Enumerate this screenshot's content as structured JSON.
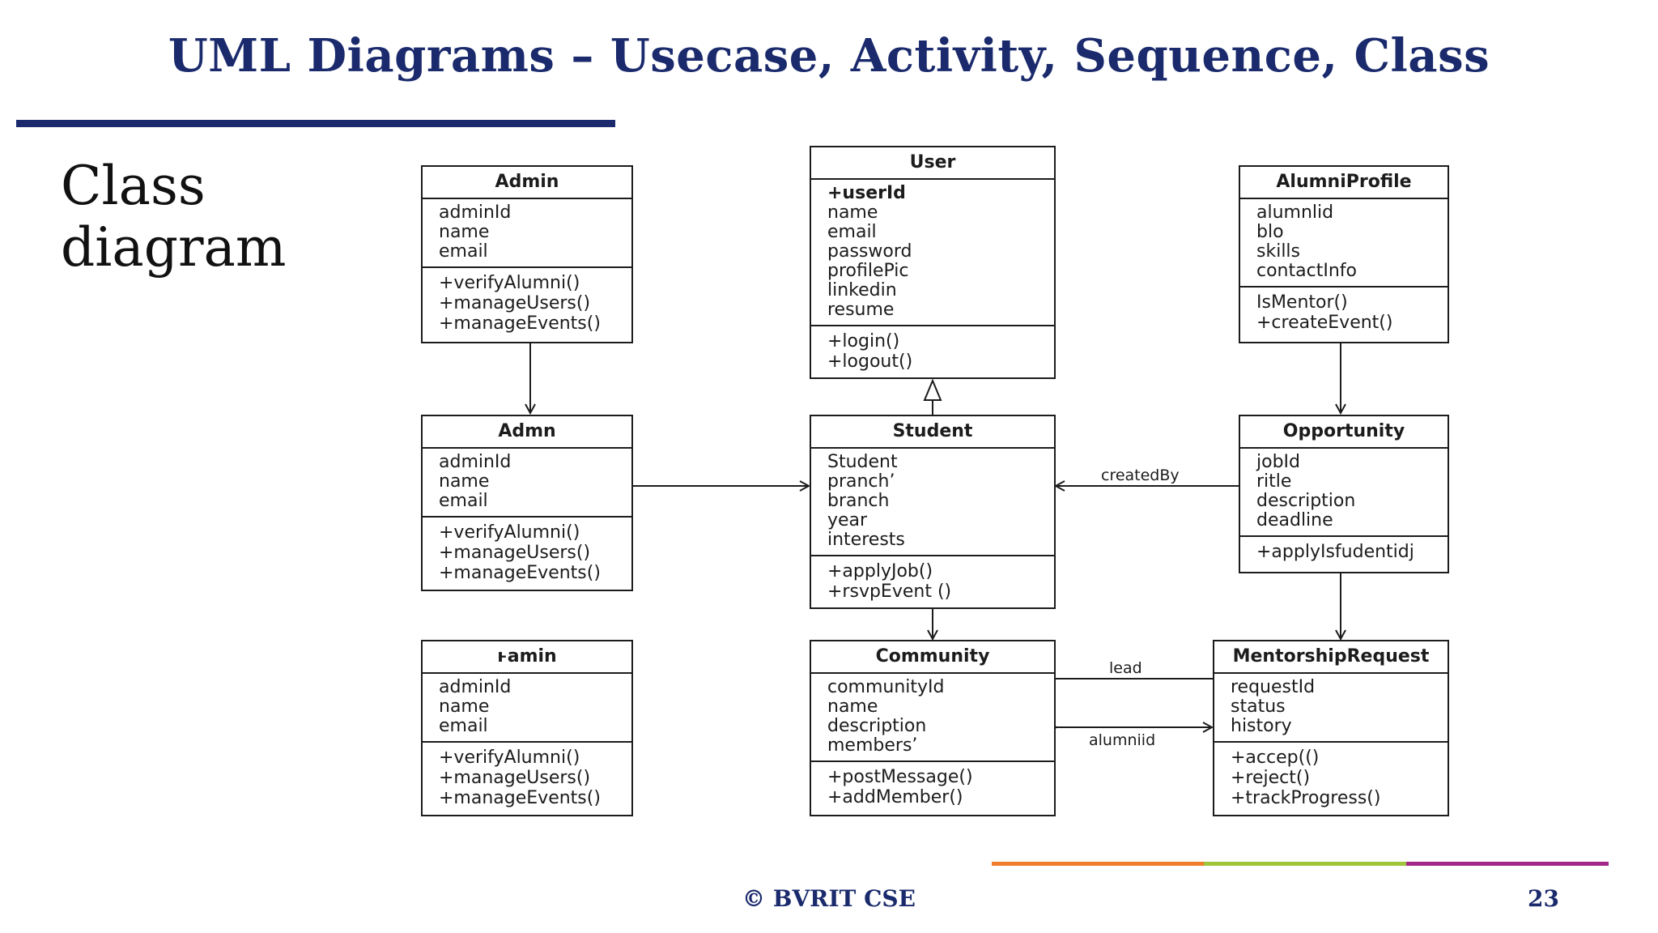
{
  "slide": {
    "title": "UML Diagrams – Usecase, Activity, Sequence, Class",
    "section_label": "Class diagram",
    "footer": "© BVRIT CSE",
    "page_number": "23",
    "colors": {
      "title": "#1a2a6c",
      "accent_orange": "#f07d2c",
      "accent_green": "#9fc63b",
      "accent_purple": "#a3288a"
    }
  },
  "classes": {
    "admin_top": {
      "name": "Admin",
      "attributes": [
        "adminId",
        "name",
        "email"
      ],
      "methods": [
        "+verifyAlumni()",
        "+manageUsers()",
        "+manageEvents()"
      ]
    },
    "user": {
      "name": "User",
      "attributes": [
        "+userId",
        "name",
        "email",
        "password",
        "profilePic",
        "linkedin",
        "resume"
      ],
      "methods": [
        "+login()",
        "+logout()"
      ]
    },
    "alumni_profile": {
      "name": "AlumniProfile",
      "attributes": [
        "alumnlid",
        "blo",
        "skills",
        "contactInfo"
      ],
      "methods": [
        "IsMentor()",
        "+createEvent()"
      ]
    },
    "admn": {
      "name": "Admn",
      "attributes": [
        "adminId",
        "name",
        "email"
      ],
      "methods": [
        "+verifyAlumni()",
        "+manageUsers()",
        "+manageEvents()"
      ]
    },
    "student": {
      "name": "Student",
      "attributes": [
        "Student",
        "pranch’",
        "branch",
        "year",
        "interests"
      ],
      "methods": [
        "+applyJob()",
        "+rsvpEvent ()"
      ]
    },
    "opportunity": {
      "name": "Opportunity",
      "attributes": [
        "jobId",
        "ritle",
        "description",
        "deadline"
      ],
      "methods": [
        "+applyIsfudentidj"
      ]
    },
    "amin": {
      "name": "ⱶamin",
      "attributes": [
        "adminId",
        "name",
        "email"
      ],
      "methods": [
        "+verifyAlumni()",
        "+manageUsers()",
        "+manageEvents()"
      ]
    },
    "community": {
      "name": "Community",
      "attributes": [
        "communityId",
        "name",
        "description",
        "members’"
      ],
      "methods": [
        "+postMessage()",
        "+addMember()"
      ]
    },
    "mentorship_request": {
      "name": "MentorshipRequest",
      "attributes": [
        "requestId",
        "status",
        "history"
      ],
      "methods": [
        "+accep(()",
        "+reject()",
        "+trackProgress()"
      ]
    }
  },
  "associations": {
    "created_by": "createdBy",
    "lead": "lead",
    "alumniid": "alumniid"
  }
}
